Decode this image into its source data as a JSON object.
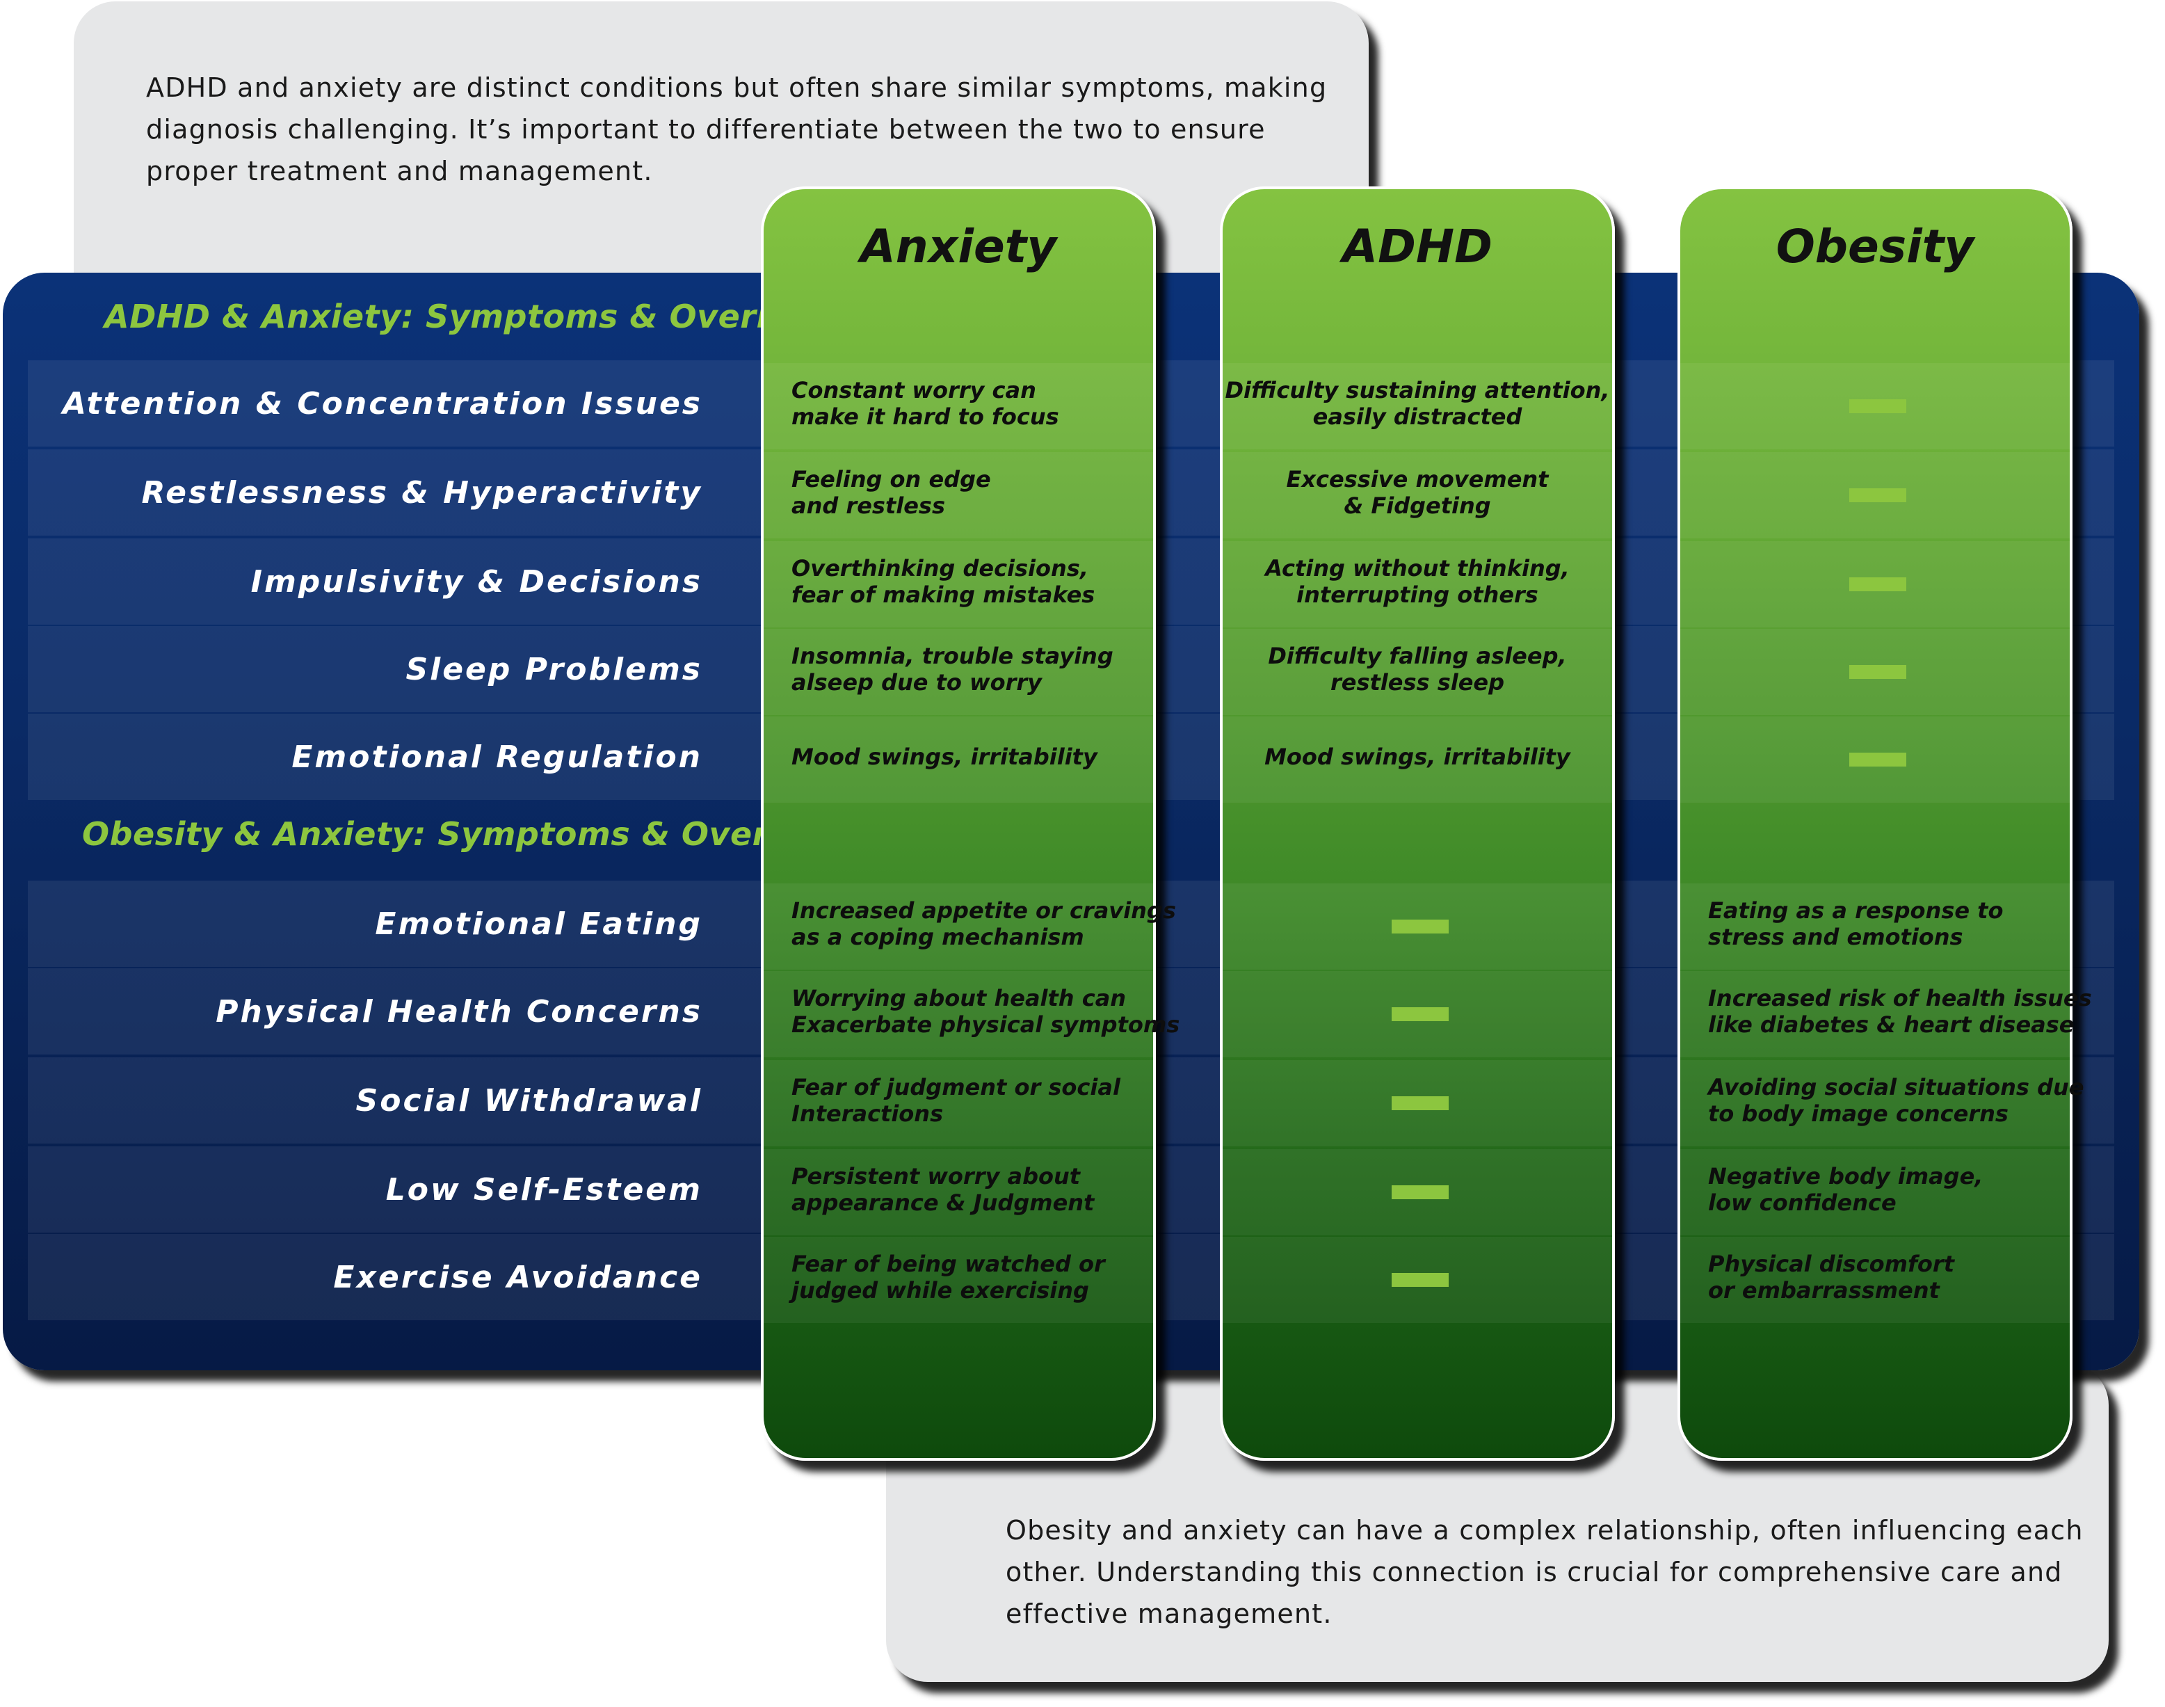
{
  "intro_note": "ADHD and anxiety are distinct conditions but often share similar symptoms, making diagnosis challenging. It’s important to differentiate between the two to ensure proper treatment and management.",
  "outro_note": "Obesity and anxiety can have a complex relationship, often influencing each other. Understanding this connection is crucial for comprehensive care and effective management.",
  "sections": {
    "adhd_anxiety": "ADHD & Anxiety: Symptoms & Overlaps",
    "obesity_anxiety": "Obesity & Anxiety: Symptoms & Overlaps"
  },
  "columns": {
    "anxiety": "Anxiety",
    "adhd": "ADHD",
    "obesity": "Obesity"
  },
  "rows": [
    {
      "label": "Attention & Concentration Issues",
      "anxiety": "Constant worry can\nmake it hard to focus",
      "adhd": "Difficulty sustaining attention,\neasily distracted",
      "obesity": "—"
    },
    {
      "label": "Restlessness & Hyperactivity",
      "anxiety": "Feeling on edge\nand restless",
      "adhd": "Excessive movement\n& Fidgeting",
      "obesity": "—"
    },
    {
      "label": "Impulsivity & Decisions",
      "anxiety": "Overthinking decisions,\nfear of making mistakes",
      "adhd": "Acting without thinking,\ninterrupting others",
      "obesity": "—"
    },
    {
      "label": "Sleep Problems",
      "anxiety": "Insomnia, trouble staying\nalseep due to worry",
      "adhd": "Difficulty falling asleep,\nrestless sleep",
      "obesity": "—"
    },
    {
      "label": "Emotional Regulation",
      "anxiety": "Mood swings, irritability",
      "adhd": "Mood swings, irritability",
      "obesity": "—"
    },
    {
      "label": "Emotional Eating",
      "anxiety": "Increased appetite or cravings\nas a coping mechanism",
      "adhd": "—",
      "obesity": "Eating as a response to\nstress and emotions"
    },
    {
      "label": "Physical Health Concerns",
      "anxiety": "Worrying about health can\nExacerbate physical symptoms",
      "adhd": "—",
      "obesity": "Increased risk of health issues\nlike diabetes & heart disease"
    },
    {
      "label": "Social Withdrawal",
      "anxiety": "Fear of judgment or social\nInteractions",
      "adhd": "—",
      "obesity": "Avoiding social situations due\nto body image concerns"
    },
    {
      "label": "Low Self-Esteem",
      "anxiety": "Persistent worry about\nappearance & Judgment",
      "adhd": "—",
      "obesity": "Negative body image,\nlow confidence"
    },
    {
      "label": "Exercise Avoidance",
      "anxiety": "Fear of being watched or\njudged while exercising",
      "adhd": "—",
      "obesity": "Physical discomfort\nor embarrassment"
    }
  ]
}
